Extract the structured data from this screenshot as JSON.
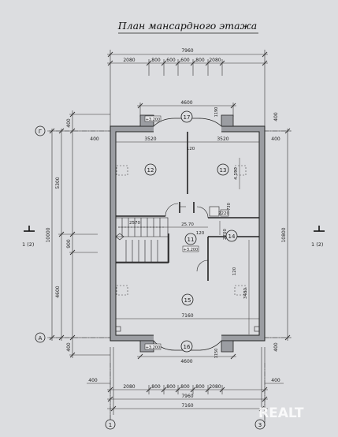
{
  "title": "План мансардного этажа",
  "watermark": "REALT",
  "axes": {
    "g": "Г",
    "a": "А",
    "one": "1",
    "three": "3"
  },
  "section_mark": "1 (2)",
  "rooms": {
    "r11": "11",
    "r12": "12",
    "r13": "13",
    "r14": "14",
    "r15": "15",
    "r16": "16",
    "r17": "17"
  },
  "levels": {
    "top": "+3.200",
    "mid": "+3.200",
    "bottom": "+3.200"
  },
  "dims": {
    "overall_w": "7960",
    "overall_w_inner": "7160",
    "overall_h": "10800",
    "overall_h_inner": "10000",
    "top_chain": [
      "2080",
      "800",
      "600",
      "600",
      "800",
      "2080"
    ],
    "bot_chain": [
      "2080",
      "800",
      "800",
      "800",
      "800",
      "2080"
    ],
    "balcony_top": "4600",
    "balcony_bot": "4600",
    "w400": "400",
    "r3520a": "3520",
    "r3520b": "3520",
    "d120": "120",
    "d2570": "2570",
    "d2570b": "25.70",
    "d7160": "7160",
    "d5300": "5300",
    "d900": "900",
    "d4600": "4600",
    "d1190": "1190",
    "d1150": "1150",
    "d2220": "2220",
    "d2700": "2700",
    "d3480": "3480",
    "d4190": "4.190",
    "d730": "730"
  }
}
